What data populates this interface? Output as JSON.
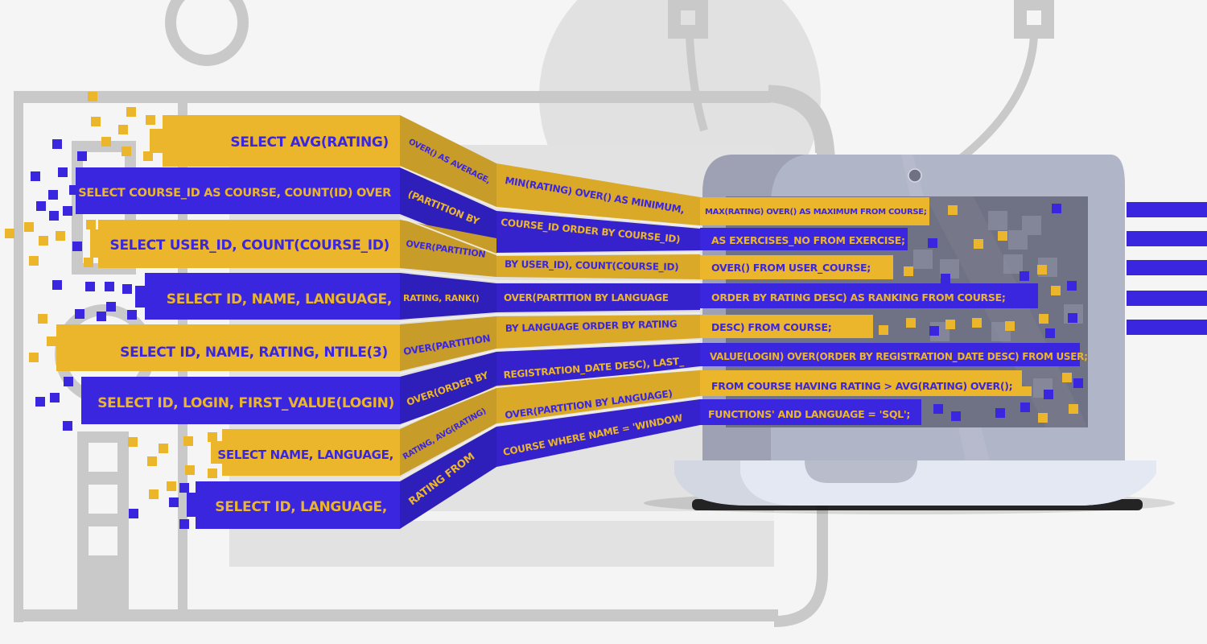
{
  "colors": {
    "background": "#f5f5f5",
    "gold": "#ebb52c",
    "gold_dark": "#c89c28",
    "gold_mid": "#dba928",
    "blue": "#3b26df",
    "blue_dark": "#2f1fba",
    "blue_mid": "#3522cc",
    "outline_grey": "#c9c9c9",
    "light_grey": "#e2e2e2",
    "laptop_body": "#b0b5c8",
    "laptop_body_dark": "#9da1b3",
    "laptop_screen": "#6f7184",
    "laptop_base": "#e4e8f2"
  },
  "ribbons": [
    {
      "color": "gold",
      "left": "SELECT AVG(RATING)",
      "diag": "OVER() AS AVERAGE,",
      "mid": "MIN(RATING) OVER() AS MINIMUM,",
      "screen": "MAX(RATING) OVER() AS MAXIMUM  FROM COURSE;"
    },
    {
      "color": "blue",
      "left": "SELECT COURSE_ID AS COURSE, COUNT(ID) OVER",
      "diag": "(PARTITION BY",
      "mid": "COURSE_ID ORDER BY COURSE_ID)",
      "screen": "AS EXERCISES_NO FROM EXERCISE;"
    },
    {
      "color": "gold",
      "left": "SELECT USER_ID, COUNT(COURSE_ID)",
      "diag": "OVER(PARTITION",
      "mid": "BY USER_ID), COUNT(COURSE_ID)",
      "screen": "OVER() FROM USER_COURSE;"
    },
    {
      "color": "blue",
      "left": "SELECT ID, NAME, LANGUAGE,",
      "diag": "RATING, RANK()",
      "mid": "OVER(PARTITION BY LANGUAGE",
      "screen": "ORDER BY RATING DESC) AS RANKING FROM COURSE;"
    },
    {
      "color": "gold",
      "left": "SELECT ID, NAME, RATING, NTILE(3)",
      "diag": "OVER(PARTITION",
      "mid": "BY LANGUAGE ORDER BY RATING",
      "screen": "DESC) FROM COURSE;"
    },
    {
      "color": "blue",
      "left": "SELECT ID, LOGIN, FIRST_VALUE(LOGIN)",
      "diag": "OVER(ORDER BY",
      "mid": "REGISTRATION_DATE DESC), LAST_",
      "screen": "VALUE(LOGIN) OVER(ORDER BY REGISTRATION_DATE DESC) FROM USER;"
    },
    {
      "color": "gold",
      "left": "SELECT NAME, LANGUAGE,",
      "diag": "RATING, AVG(RATING)",
      "mid": "OVER(PARTITION BY LANGUAGE)",
      "screen": "FROM COURSE HAVING RATING > AVG(RATING) OVER();"
    },
    {
      "color": "blue",
      "left": "SELECT ID, LANGUAGE,",
      "diag": "RATING FROM",
      "mid": "COURSE WHERE NAME = 'WINDOW",
      "screen": "FUNCTIONS' AND LANGUAGE = 'SQL';"
    }
  ],
  "decor": {
    "icons": [
      "browser-window-outline",
      "padlock-ring",
      "cable-plug-left",
      "cable-plug-right",
      "laptop",
      "pixel-squares",
      "stripe-bars"
    ]
  }
}
